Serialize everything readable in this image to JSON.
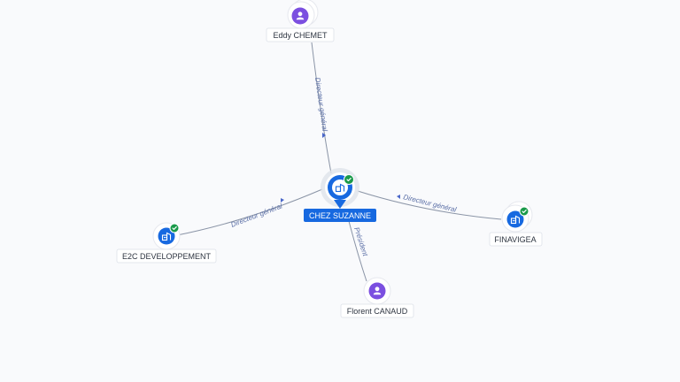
{
  "nodes": {
    "center": {
      "label": "CHEZ SUZANNE",
      "type": "company",
      "verified": true,
      "icon": "company-icon"
    },
    "eddy": {
      "label": "Eddy CHEMET",
      "type": "person",
      "icon": "person-icon"
    },
    "e2c": {
      "label": "E2C DEVELOPPEMENT",
      "type": "company",
      "verified": true,
      "icon": "company-icon"
    },
    "finavigea": {
      "label": "FINAVIGEA",
      "type": "company",
      "verified": true,
      "icon": "company-icon"
    },
    "florent": {
      "label": "Florent CANAUD",
      "type": "person",
      "icon": "person-icon"
    }
  },
  "edges": {
    "eddy_center": {
      "label": "Directeur général"
    },
    "e2c_center": {
      "label": "Directeur général"
    },
    "finavigea_center": {
      "label": "Directeur général"
    },
    "center_florent": {
      "label": "Président"
    }
  },
  "colors": {
    "company": "#1769e0",
    "person": "#7b4fe0",
    "verified": "#1a9a4a",
    "edge": "#8a94a6",
    "edge_label": "#5b6fa6",
    "background": "#f9fafc"
  }
}
